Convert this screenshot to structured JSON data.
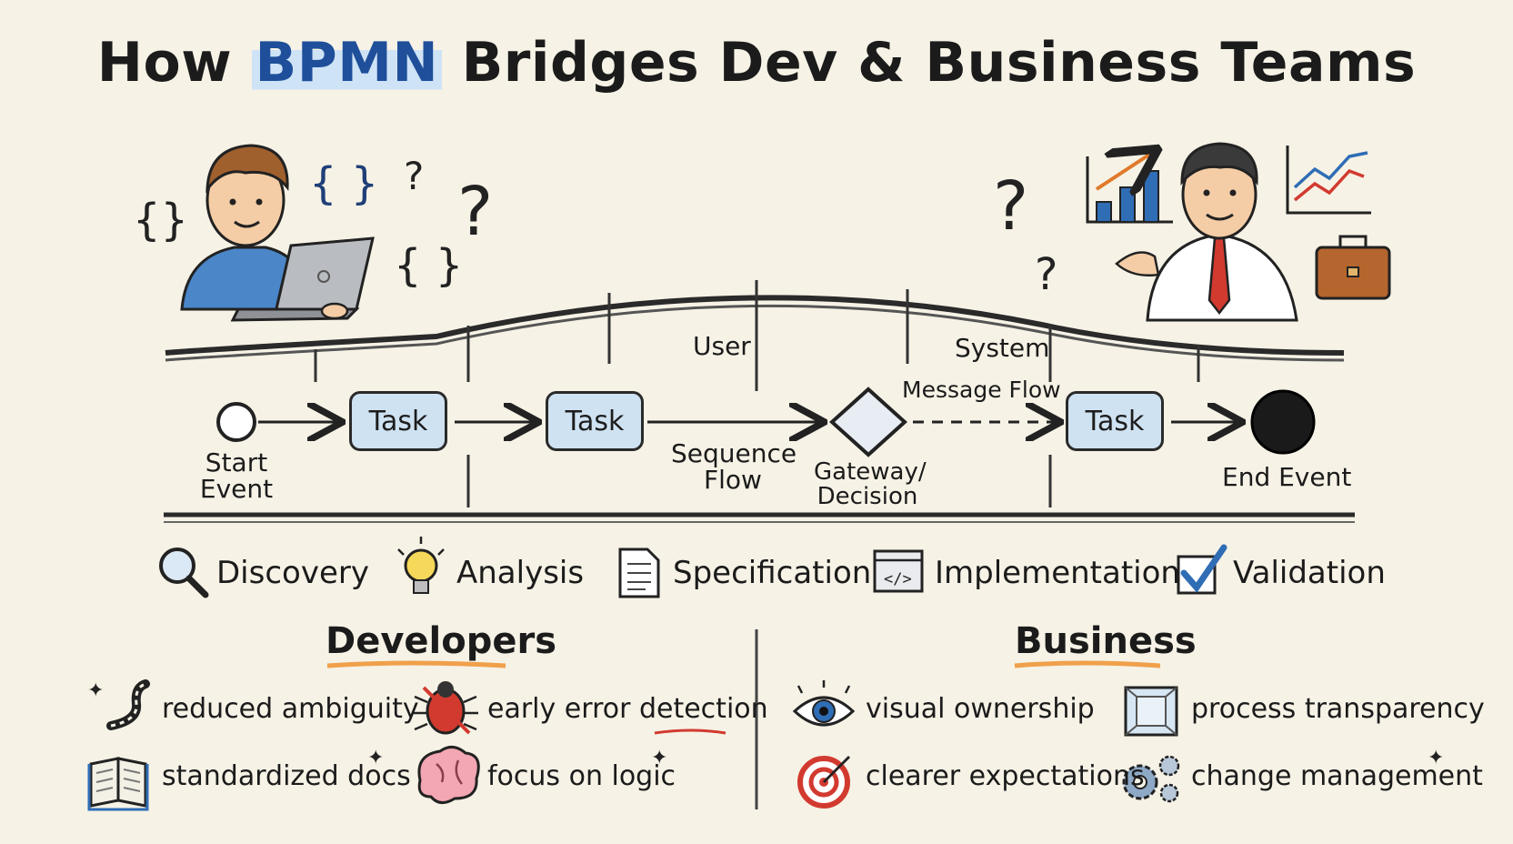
{
  "title": {
    "prefix": "How ",
    "highlight": "BPMN",
    "suffix": " Bridges Dev & Business Teams"
  },
  "lanes": {
    "upper_label": "User",
    "lower_label": "System"
  },
  "flow": {
    "start_event": "Start Event",
    "task_1": "Task",
    "task_2": "Task",
    "task_3": "Task",
    "sequence_flow": "Sequence Flow",
    "gateway": "Gateway/ Decision",
    "message_flow": "Message Flow",
    "end_event": "End Event"
  },
  "phases": [
    "Discovery",
    "Analysis",
    "Specification",
    "Implementation",
    "Validation"
  ],
  "developers": {
    "heading": "Developers",
    "benefits": [
      "reduced ambiguity",
      "early error detection",
      "standardized docs",
      "focus on logic"
    ]
  },
  "business": {
    "heading": "Business",
    "benefits": [
      "visual ownership",
      "process transparency",
      "clearer expectations",
      "change management"
    ]
  },
  "colors": {
    "task_fill": "#cfe2f2",
    "title_highlight": "#1f4f9a",
    "heading_underline": "#f0a04b",
    "developer_shirt": "#4a86c8",
    "tie": "#d23a2f"
  },
  "icons": {
    "phases": [
      "magnifier-icon",
      "lightbulb-icon",
      "document-icon",
      "code-window-icon",
      "checkbox-icon"
    ],
    "developers": [
      "winding-path-icon",
      "bug-icon",
      "book-icon",
      "brain-icon"
    ],
    "business": [
      "eye-icon",
      "frame-icon",
      "target-icon",
      "gears-icon"
    ]
  }
}
